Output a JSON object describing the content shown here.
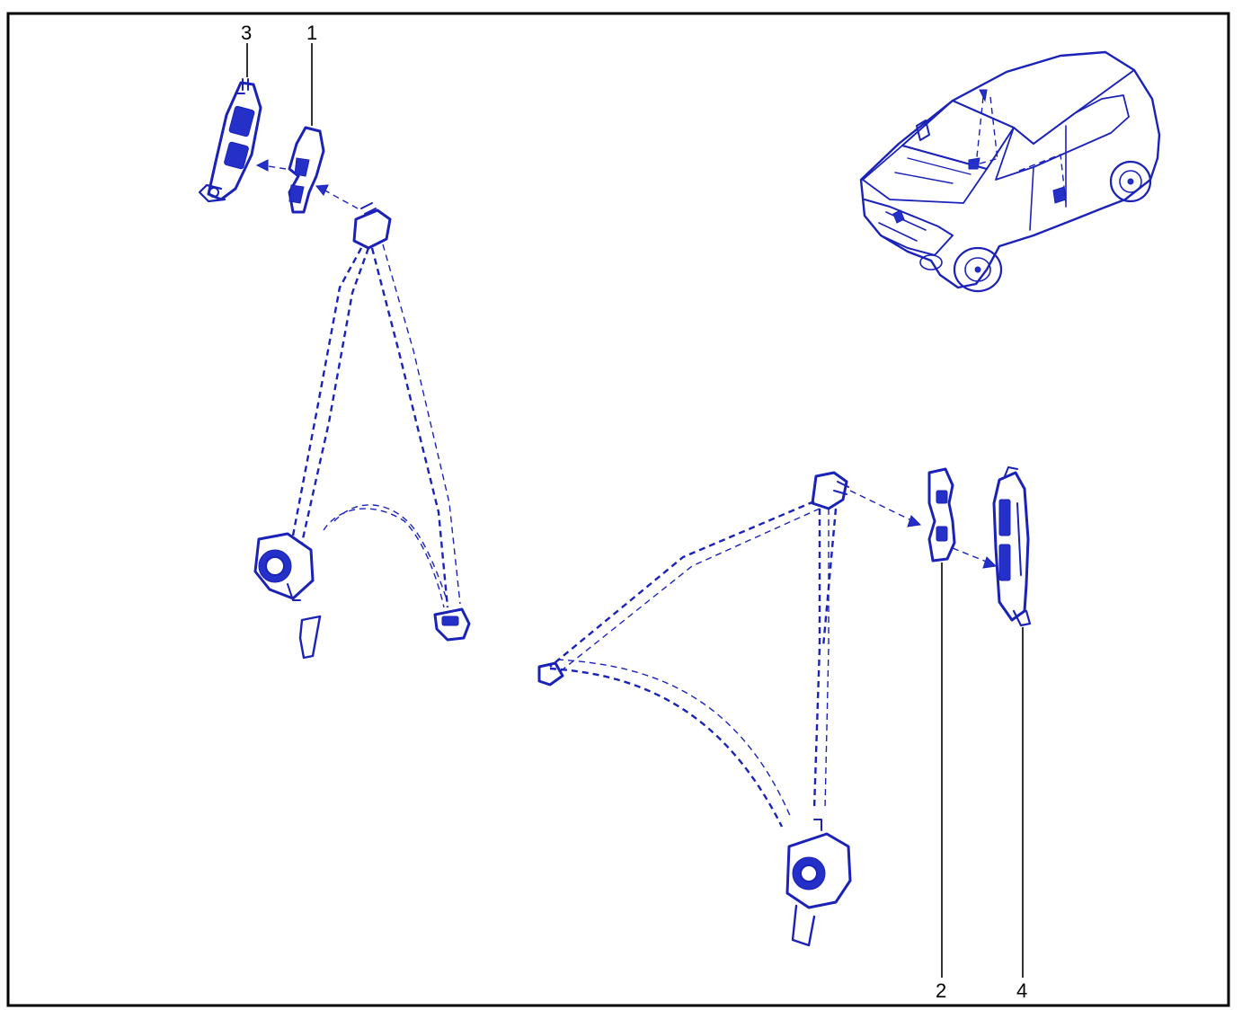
{
  "figure": {
    "line_color": "#1a22b8",
    "frame_color": "#000000",
    "callouts": [
      {
        "id": "c3",
        "label": "3"
      },
      {
        "id": "c1",
        "label": "1"
      },
      {
        "id": "c2",
        "label": "2"
      },
      {
        "id": "c4",
        "label": "4"
      }
    ]
  }
}
